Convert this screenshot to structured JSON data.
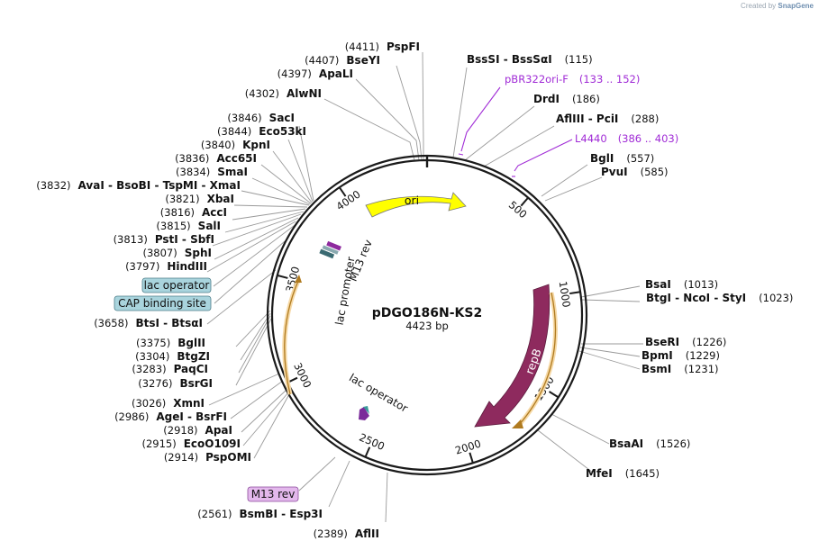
{
  "watermark": {
    "prefix": "Created by",
    "brand": "SnapGene"
  },
  "plasmid": {
    "name": "pDGO186N-KS2",
    "size": "4423 bp"
  },
  "ticks": [
    "500",
    "1000",
    "1500",
    "2000",
    "2500",
    "3000",
    "3500",
    "4000"
  ],
  "features": {
    "ori": "ori",
    "repB": "repB",
    "lac_promoter": "lac promoter",
    "m13_rev": "M13 rev",
    "lac_operator": "lac operator"
  },
  "boxed_labels": {
    "lac_operator": "lac operator",
    "cap_site": "CAP binding site",
    "m13_rev": "M13 rev"
  },
  "sites": {
    "pspfi": {
      "name": "PspFI",
      "pos": "(4411)"
    },
    "bseyi": {
      "name": "BseYI",
      "pos": "(4407)"
    },
    "apali": {
      "name": "ApaLI",
      "pos": "(4397)"
    },
    "alwni": {
      "name": "AlwNI",
      "pos": "(4302)"
    },
    "saci": {
      "name": "SacI",
      "pos": "(3846)"
    },
    "eco53ki": {
      "name": "Eco53kI",
      "pos": "(3844)"
    },
    "kpni": {
      "name": "KpnI",
      "pos": "(3840)"
    },
    "acc65i": {
      "name": "Acc65I",
      "pos": "(3836)"
    },
    "smai": {
      "name": "SmaI",
      "pos": "(3834)"
    },
    "avai": {
      "name": "AvaI - BsoBI - TspMI - XmaI",
      "pos": "(3832)"
    },
    "xbai": {
      "name": "XbaI",
      "pos": "(3821)"
    },
    "acci": {
      "name": "AccI",
      "pos": "(3816)"
    },
    "sali": {
      "name": "SalI",
      "pos": "(3815)"
    },
    "psti": {
      "name": "PstI - SbfI",
      "pos": "(3813)"
    },
    "sphi": {
      "name": "SphI",
      "pos": "(3807)"
    },
    "hindiii": {
      "name": "HindIII",
      "pos": "(3797)"
    },
    "btsi": {
      "name": "BtsI - BtsαI",
      "pos": "(3658)"
    },
    "bglii": {
      "name": "BglII",
      "pos": "(3375)"
    },
    "btgzi": {
      "name": "BtgZI",
      "pos": "(3304)"
    },
    "paqci": {
      "name": "PaqCI",
      "pos": "(3283)"
    },
    "bsrgi": {
      "name": "BsrGI",
      "pos": "(3276)"
    },
    "xmni": {
      "name": "XmnI",
      "pos": "(3026)"
    },
    "agei": {
      "name": "AgeI - BsrFI",
      "pos": "(2986)"
    },
    "apai": {
      "name": "ApaI",
      "pos": "(2918)"
    },
    "eco0109i": {
      "name": "EcoO109I",
      "pos": "(2915)"
    },
    "pspomi": {
      "name": "PspOMI",
      "pos": "(2914)"
    },
    "bsmbi": {
      "name": "BsmBI - Esp3I",
      "pos": "(2561)"
    },
    "aflii": {
      "name": "AflII",
      "pos": "(2389)"
    },
    "bsssi": {
      "name": "BssSI - BssSαI",
      "pos": "(115)"
    },
    "drdi": {
      "name": "DrdI",
      "pos": "(186)"
    },
    "afliii": {
      "name": "AflIII - PciI",
      "pos": "(288)"
    },
    "bgli": {
      "name": "BglI",
      "pos": "(557)"
    },
    "pvui": {
      "name": "PvuI",
      "pos": "(585)"
    },
    "bsai": {
      "name": "BsaI",
      "pos": "(1013)"
    },
    "btgi": {
      "name": "BtgI - NcoI - StyI",
      "pos": "(1023)"
    },
    "bseri": {
      "name": "BseRI",
      "pos": "(1226)"
    },
    "bpmi": {
      "name": "BpmI",
      "pos": "(1229)"
    },
    "bsmi": {
      "name": "BsmI",
      "pos": "(1231)"
    },
    "bsaai": {
      "name": "BsaAI",
      "pos": "(1526)"
    },
    "mfei": {
      "name": "MfeI",
      "pos": "(1645)"
    }
  },
  "primers": {
    "pbr322": {
      "name": "pBR322ori-F",
      "range": "(133 .. 152)"
    },
    "l4440": {
      "name": "L4440",
      "range": "(386 .. 403)"
    }
  },
  "colors": {
    "ori": "#ffff00",
    "repB": "#8e2a5e",
    "orange_arc": "#f0a020",
    "primer": "#a02bd6",
    "boxed_teal": "#a9d4dd",
    "boxed_violet": "#e3b8ec"
  }
}
